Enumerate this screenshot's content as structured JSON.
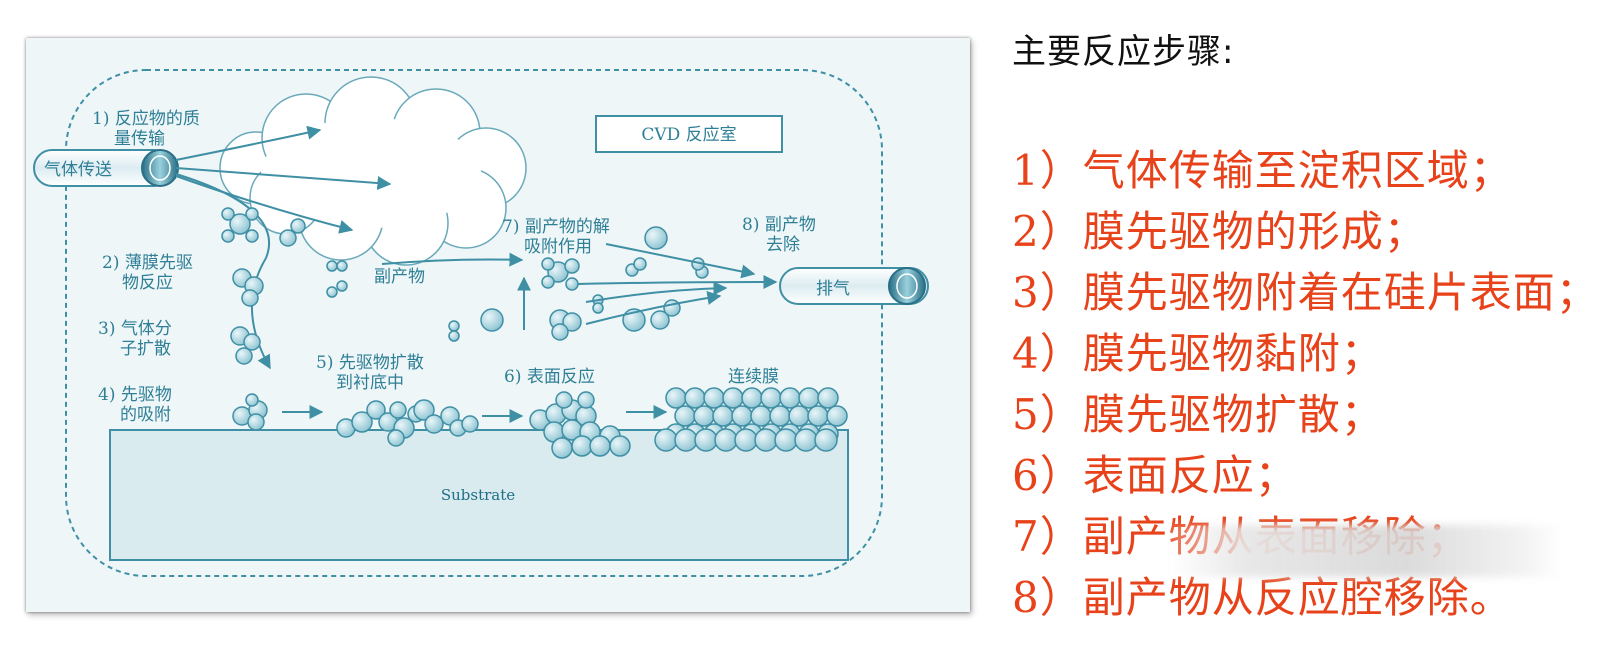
{
  "diagram": {
    "chamber_title": "CVD 反应室",
    "inlet_label": "气体传送",
    "exhaust_label": "排气",
    "substrate_label": "Substrate",
    "byproduct_label": "副产物",
    "continuous_film_label": "连续膜",
    "step_labels": {
      "s1": [
        "1) 反应物的质",
        "量传输"
      ],
      "s2": [
        "2) 薄膜先驱",
        "物反应"
      ],
      "s3": [
        "3) 气体分",
        "子扩散"
      ],
      "s4": [
        "4) 先驱物",
        "的吸附"
      ],
      "s5": [
        "5) 先驱物扩散",
        "到衬底中"
      ],
      "s6": [
        "6) 表面反应"
      ],
      "s7": [
        "7) 副产物的解",
        "吸附作用"
      ],
      "s8": [
        "8) 副产物",
        "去除"
      ]
    },
    "colors": {
      "stroke": "#3f8fa5",
      "molecule_fill": "#a7d4de",
      "chamber_bg": "#eef6f8",
      "text": "#2f7f96"
    }
  },
  "steps": {
    "heading": "主要反应步骤:",
    "color": "#e8421a",
    "items": [
      "1）气体传输至淀积区域；",
      "2）膜先驱物的形成；",
      "3）膜先驱物附着在硅片表面；",
      "4）膜先驱物黏附；",
      "5）膜先驱物扩散；",
      "6）表面反应；",
      "7）副产物从表面移除；",
      "8）副产物从反应腔移除。"
    ]
  }
}
